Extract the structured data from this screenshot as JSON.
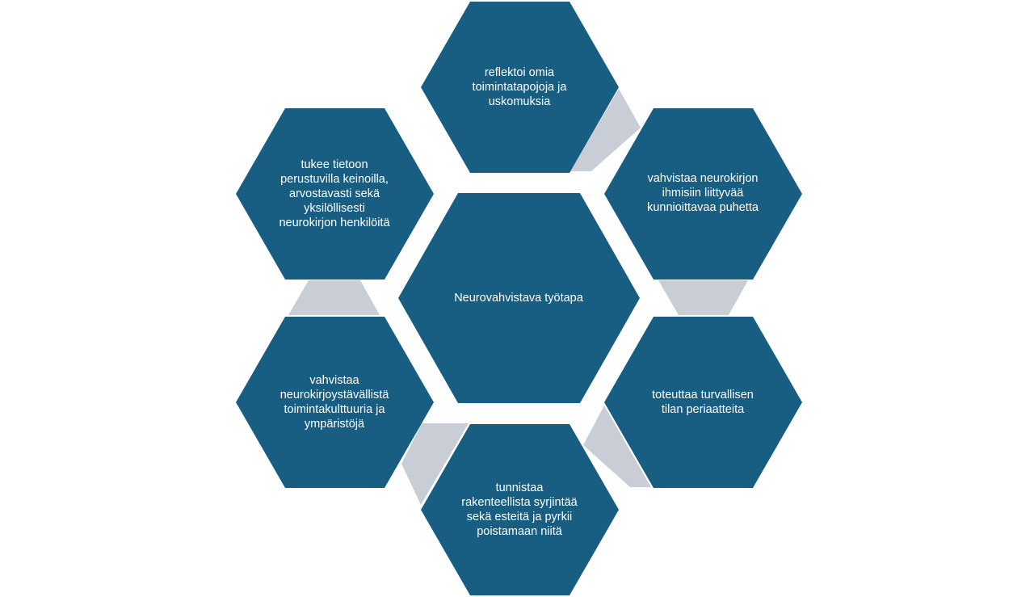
{
  "colors": {
    "hex_fill": "#175e82",
    "connector_fill": "#c9ced6",
    "text": "#ffffff"
  },
  "diagram": {
    "center": {
      "label": "Neurovahvistava työtapa"
    },
    "nodes": [
      {
        "id": "top",
        "label": "reflektoi omia\ntoimintatapojoja ja\nuskomuksia"
      },
      {
        "id": "upper-right",
        "label": "vahvistaa neurokirjon\nihmisiin liittyvää\nkunnioittavaa puhetta"
      },
      {
        "id": "lower-right",
        "label": "toteuttaa turvallisen\ntilan periaatteita"
      },
      {
        "id": "bottom",
        "label": "tunnistaa\nrakenteellista syrjintää\nsekä esteitä ja pyrkii\npoistamaan niitä"
      },
      {
        "id": "lower-left",
        "label": "vahvistaa\nneurokirjoystävällistä\ntoimintakulttuuria ja\nympäristöjä"
      },
      {
        "id": "upper-left",
        "label": "tukee tietoon\nperustuvilla keinoilla,\narvostavasti sekä\nyksilöllisesti\nneurokirjon henkilöitä"
      }
    ]
  }
}
